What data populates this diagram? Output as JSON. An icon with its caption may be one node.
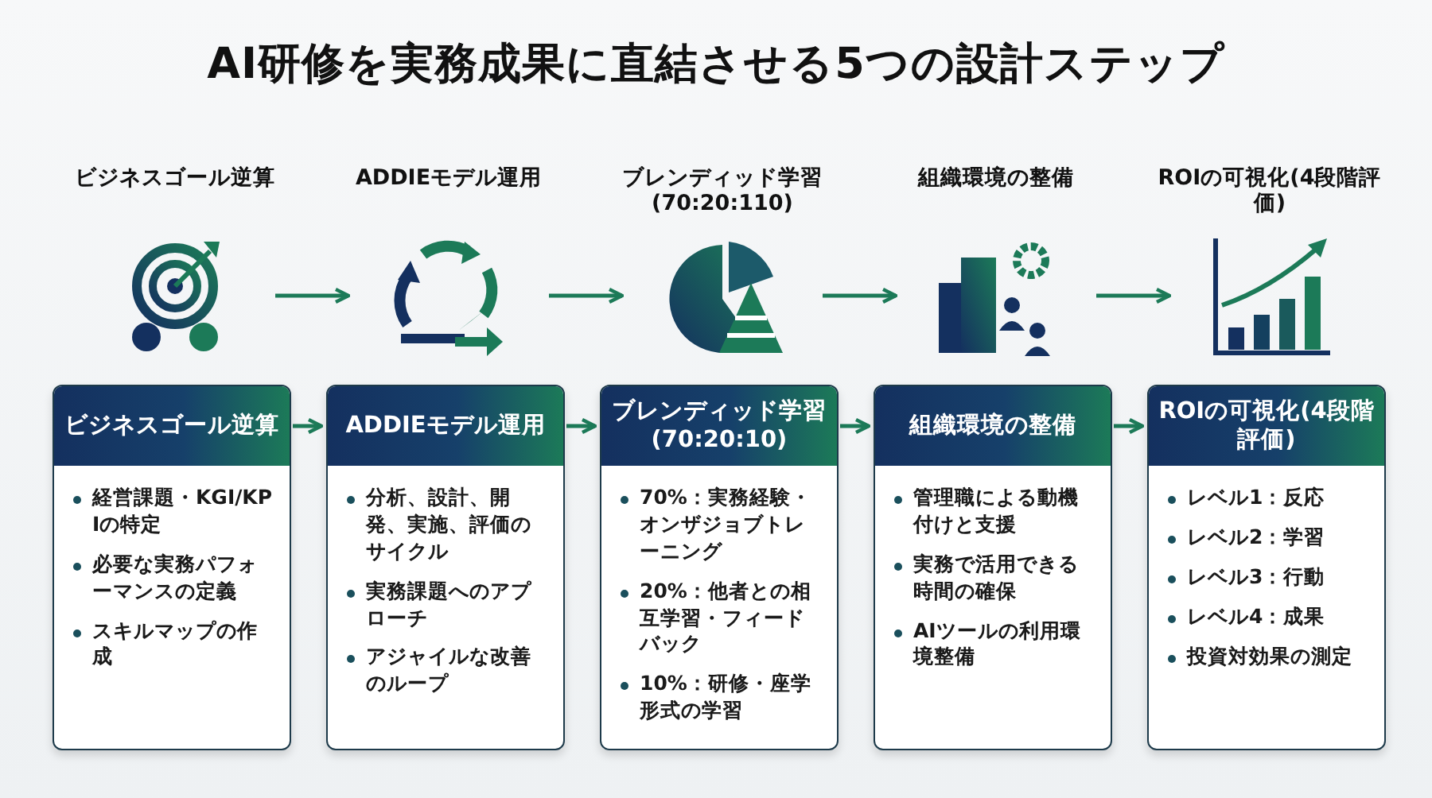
{
  "diagram": {
    "title": "AI研修を実務成果に直結させる5つの設計ステップ",
    "nodes": [
      {
        "text": [
          "ビジネスゴール逆算"
        ]
      },
      {
        "text": [
          "ADDIEモデル運用"
        ]
      },
      {
        "text": [
          "ブレンディッド学習(70:20:110)"
        ]
      },
      {
        "text": [
          "組織環境の整備"
        ]
      },
      {
        "text": [
          "ROIの可視化(4段階評価)"
        ]
      },
      {
        "text": [
          "ビジネスゴール逆算",
          "経営課題・KGI/KPIの特定",
          "必要な実務パフォーマンスの定義",
          "スキルマップの作成"
        ]
      },
      {
        "text": [
          "ADDIEモデル運用",
          "分析、設計、開発、実施、評価のサイクル",
          "実務課題へのアプローチ",
          "アジャイルな改善のループ"
        ]
      },
      {
        "text": [
          "ブレンディッド学習(70:20:10)",
          "70%：実務経験・オンザジョブトレーニング",
          "20%：他者との相互学習・フィードバック",
          "10%：研修・座学形式の学習"
        ]
      },
      {
        "text": [
          "組織環境の整備",
          "管理職による動機付けと支援",
          "実務で活用できる時間の確保",
          "AIツールの利用環境整備"
        ]
      },
      {
        "text": [
          "ROIの可視化(4段階評価)",
          "レベル1：反応",
          "レベル2：学習",
          "レベル3：行動",
          "レベル4：成果",
          "投資対効果の測定"
        ]
      }
    ],
    "edges": [
      {
        "from": 0,
        "to": 1,
        "arrow": "to"
      },
      {
        "from": 1,
        "to": 2,
        "arrow": "to"
      },
      {
        "from": 2,
        "to": 3,
        "arrow": "to"
      },
      {
        "from": 3,
        "to": 4,
        "arrow": "to"
      },
      {
        "from": 5,
        "to": 6,
        "arrow": "to"
      },
      {
        "from": 6,
        "to": 7,
        "arrow": "to"
      },
      {
        "from": 7,
        "to": 8,
        "arrow": "to"
      },
      {
        "from": 8,
        "to": 9,
        "arrow": "to"
      }
    ]
  }
}
